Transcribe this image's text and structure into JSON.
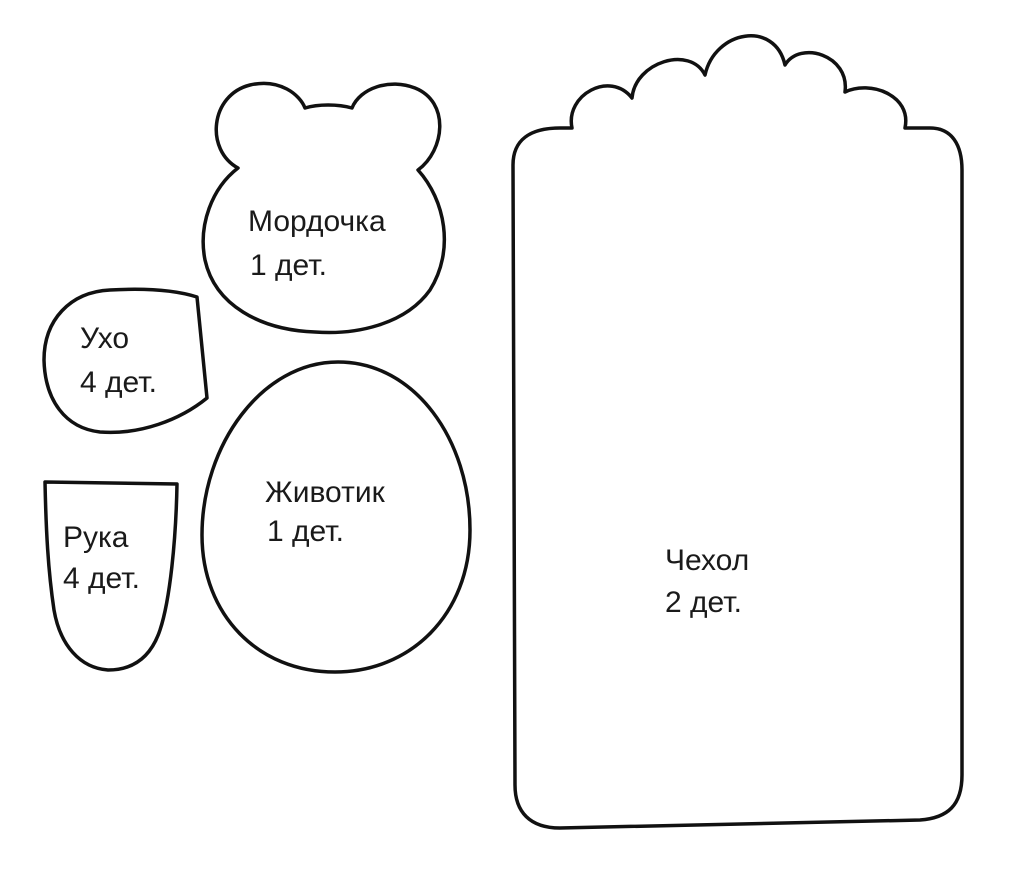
{
  "pieces": {
    "face": {
      "name": "Мордочка",
      "count": "1 дет."
    },
    "ear": {
      "name": "Ухо",
      "count": "4 дет."
    },
    "arm": {
      "name": "Рука",
      "count": "4 дет."
    },
    "belly": {
      "name": "Животик",
      "count": "1 дет."
    },
    "cover": {
      "name": "Чехол",
      "count": "2 дет."
    }
  },
  "colors": {
    "stroke": "#111111",
    "fill": "#ffffff",
    "text": "#1a1a1a"
  }
}
